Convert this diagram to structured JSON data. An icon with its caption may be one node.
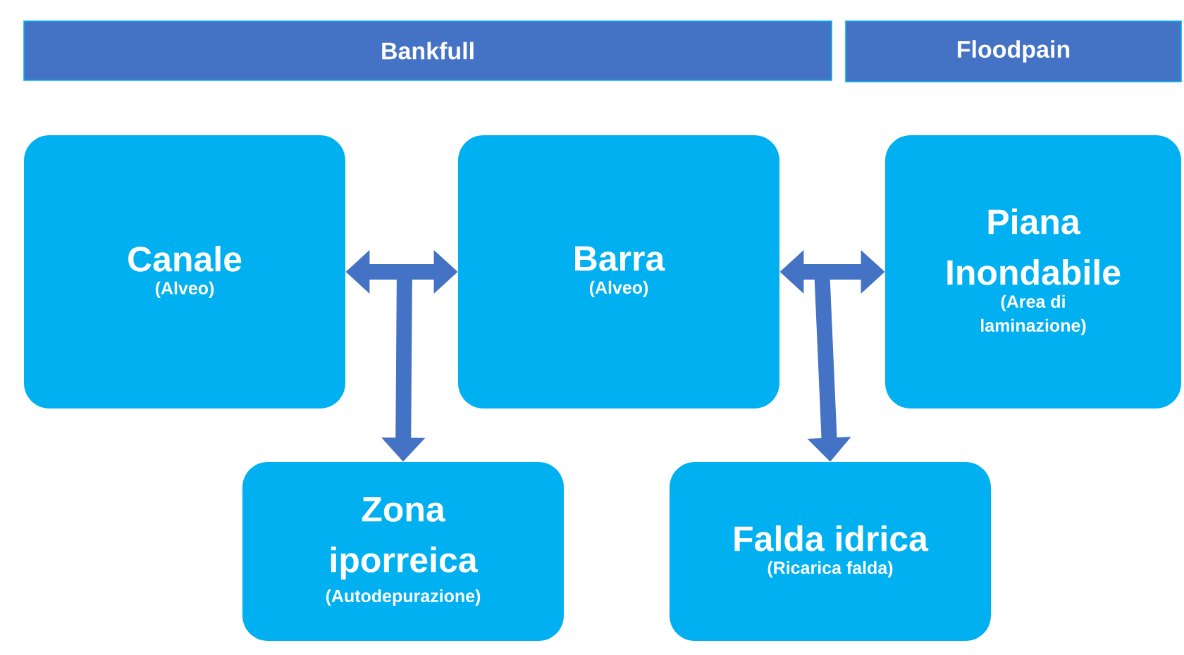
{
  "diagram": {
    "nodes": [
      {
        "text": [
          "Bankfull"
        ]
      },
      {
        "text": [
          "Floodpain"
        ]
      },
      {
        "text": [
          "Canale",
          "(Alveo)"
        ]
      },
      {
        "text": [
          "Barra",
          "(Alveo)"
        ]
      },
      {
        "text": [
          "Piana Inondabile",
          "(Area di laminazione)"
        ]
      },
      {
        "text": [
          "Zona iporreica",
          "(Autodepurazione)"
        ]
      },
      {
        "text": [
          "Falda idrica",
          "(Ricarica falda)"
        ]
      }
    ],
    "edges": [
      {
        "from": 2,
        "to": 3,
        "arrow": "both"
      },
      {
        "from": null,
        "to": 5,
        "arrow": "to"
      },
      {
        "from": 3,
        "to": 4,
        "arrow": "both"
      },
      {
        "from": null,
        "to": 6,
        "arrow": "to"
      }
    ]
  }
}
